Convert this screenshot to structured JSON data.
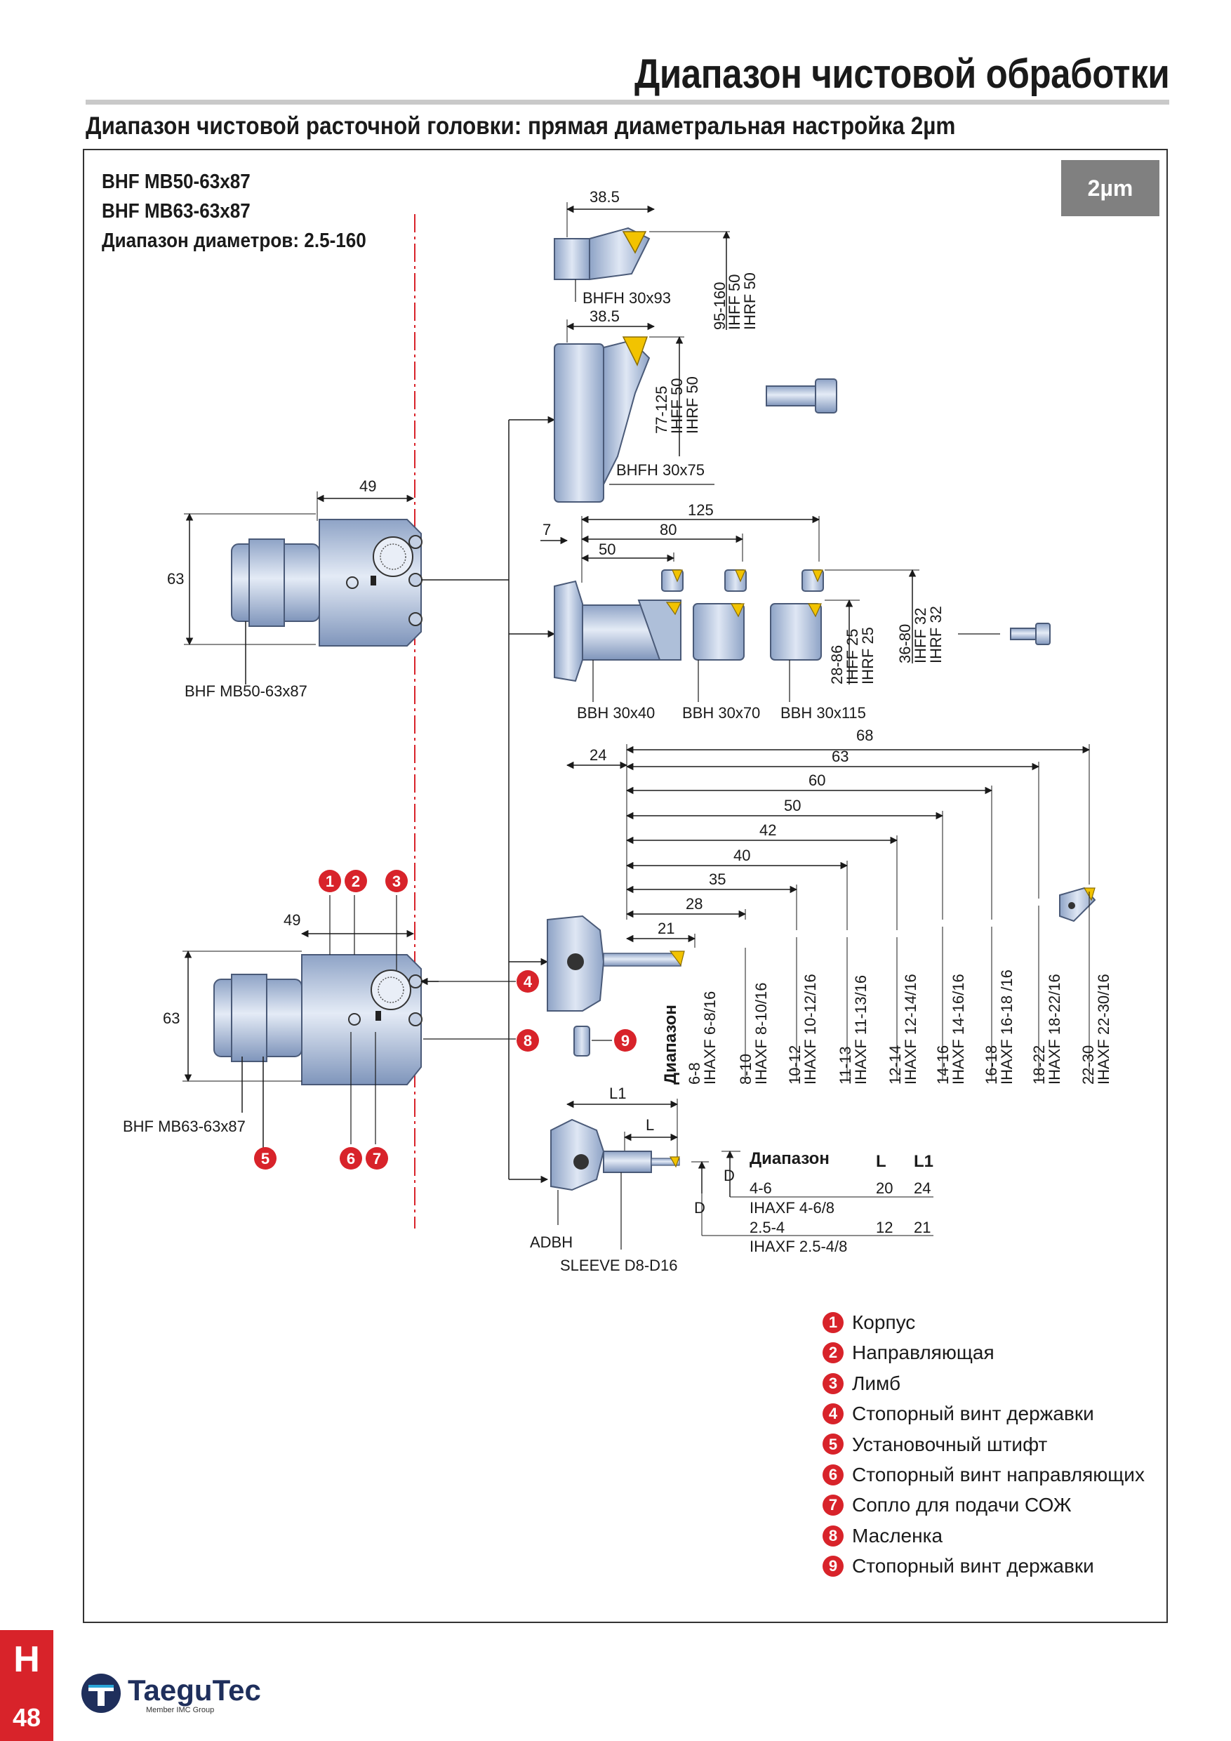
{
  "header": {
    "title": "Диапазон чистовой обработки",
    "subtitle": "Диапазон чистовой расточной головки: прямая диаметральная настройка 2µm"
  },
  "badge": "2µm",
  "models": {
    "line1": "BHF MB50-63x87",
    "line2": "BHF MB63-63x87",
    "line3": "Диапазон диаметров: 2.5-160"
  },
  "labels": {
    "head_top": "BHF MB50-63x87",
    "head_bottom": "BHF MB63-63x87",
    "bhfh93": "BHFH 30x93",
    "bhfh75": "BHFH 30x75",
    "bbh40": "BBH 30x40",
    "bbh70": "BBH 30x70",
    "bbh115": "BBH 30x115",
    "adbh": "ADBH",
    "sleeve": "SLEEVE D8-D16",
    "range_word": "Диапазон"
  },
  "dims": {
    "d385a": "38.5",
    "d385b": "38.5",
    "d49a": "49",
    "d63a": "63",
    "d49b": "49",
    "d63b": "63",
    "d125": "125",
    "d80": "80",
    "d50": "50",
    "d7": "7",
    "d24": "24",
    "d68": "68",
    "d63": "63",
    "d60": "60",
    "d50b": "50",
    "d42": "42",
    "d40": "40",
    "d35": "35",
    "d28": "28",
    "d21": "21",
    "l1": "L1",
    "l": "L",
    "d": "D"
  },
  "vertical_labels": {
    "bhfh93": [
      "95-160",
      "IHFF 50",
      "IHRF 50"
    ],
    "bhfh75": [
      "77-125",
      "IHFF 50",
      "IHRF 50"
    ],
    "bbh_a": [
      "28-86",
      "IHFF 25",
      "IHRF 25"
    ],
    "bbh_b": [
      "36-80",
      "IHFF 32",
      "IHRF 32"
    ]
  },
  "ihaxf_ranges": [
    {
      "range": "6-8",
      "insert": "IHAXF 6-8/16"
    },
    {
      "range": "8-10",
      "insert": "IHAXF 8-10/16"
    },
    {
      "range": "10-12",
      "insert": "IHAXF 10-12/16"
    },
    {
      "range": "11-13",
      "insert": "IHAXF 11-13/16"
    },
    {
      "range": "12-14",
      "insert": "IHAXF 12-14/16"
    },
    {
      "range": "14-16",
      "insert": "IHAXF 14-16/16"
    },
    {
      "range": "16-18",
      "insert": "IHAXF 16-18 /16"
    },
    {
      "range": "18-22",
      "insert": "IHAXF 18-22/16"
    },
    {
      "range": "22-30",
      "insert": "IHAXF 22-30/16"
    }
  ],
  "small_table": {
    "header": {
      "range": "Диапазон",
      "l": "L",
      "l1": "L1"
    },
    "rows": [
      {
        "range": "4-6",
        "l": "20",
        "l1": "24",
        "insert": "IHAXF 4-6/8"
      },
      {
        "range": "2.5-4",
        "l": "12",
        "l1": "21",
        "insert": "IHAXF 2.5-4/8"
      }
    ]
  },
  "callouts": [
    "1",
    "2",
    "3",
    "4",
    "5",
    "6",
    "7",
    "8",
    "9"
  ],
  "legend": [
    {
      "num": "1",
      "text": "Корпус"
    },
    {
      "num": "2",
      "text": "Направляющая"
    },
    {
      "num": "3",
      "text": "Лимб"
    },
    {
      "num": "4",
      "text": "Стопорный винт державки"
    },
    {
      "num": "5",
      "text": "Установочный штифт"
    },
    {
      "num": "6",
      "text": "Стопорный винт направляющих"
    },
    {
      "num": "7",
      "text": "Сопло для подачи СОЖ"
    },
    {
      "num": "8",
      "text": "Масленка"
    },
    {
      "num": "9",
      "text": "Стопорный винт державки"
    }
  ],
  "page": {
    "section": "H",
    "number": "48"
  },
  "logo": {
    "name": "TaeguTec",
    "sub": "Member IMC Group"
  },
  "colors": {
    "accent_red": "#d8232a",
    "badge_gray": "#808080",
    "tool_blue": "#aebfd9",
    "insert_yellow": "#f2c300"
  }
}
